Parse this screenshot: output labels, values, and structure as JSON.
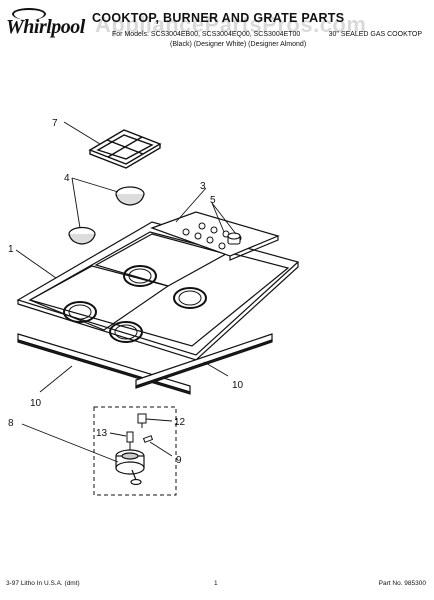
{
  "header": {
    "brand": "Whirlpool",
    "title": "COOKTOP, BURNER AND GRATE PARTS",
    "models": "For Models: SCS3004EB00, SCS3004EQ00, SCS3004ET00",
    "product_line": "30\" SEALED GAS COOKTOP",
    "colors": "(Black)     (Designer White) (Designer Almond)"
  },
  "watermark": "AppliancePartsPros.com",
  "callouts": [
    "1",
    "3",
    "4",
    "5",
    "7",
    "8",
    "9",
    "10",
    "10",
    "12",
    "13"
  ],
  "footer": {
    "left": "3-97 Litho In U.S.A. (dmt)",
    "page": "1",
    "part_no": "Part No. 985300"
  }
}
